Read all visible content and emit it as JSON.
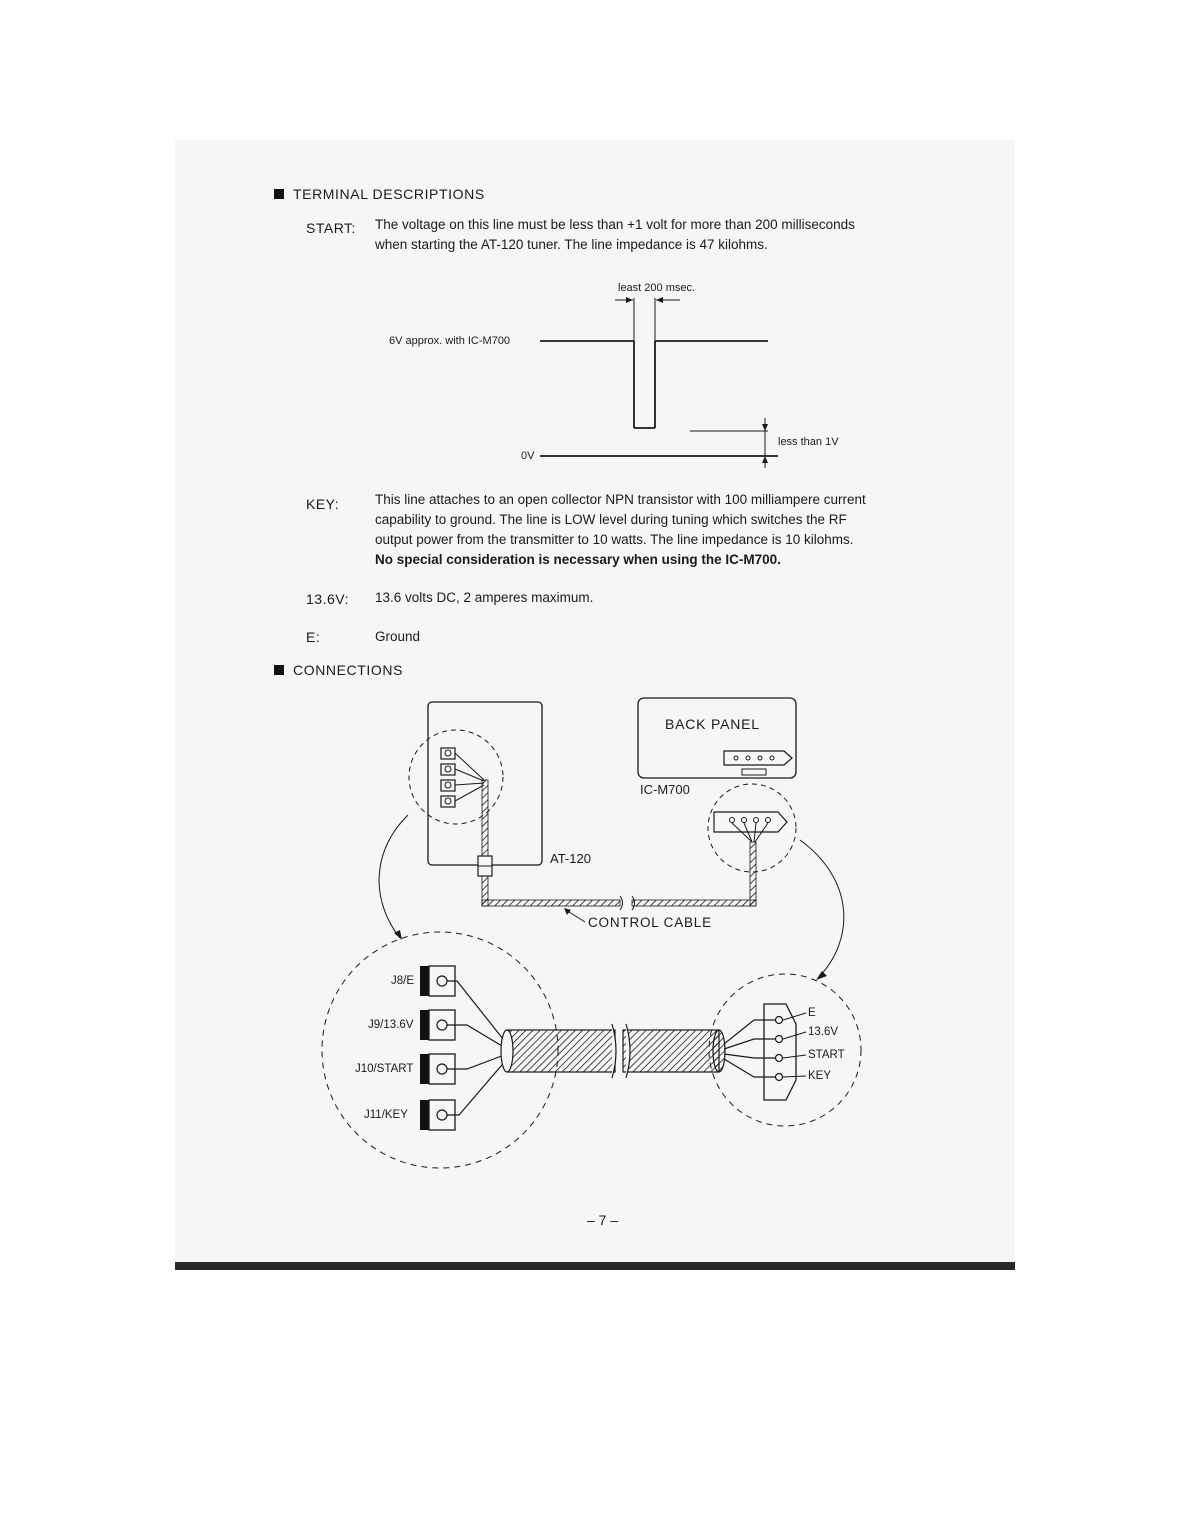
{
  "terminal_heading": "TERMINAL  DESCRIPTIONS",
  "start": {
    "term": "START:",
    "line1": "The voltage on this line must be less than +1 volt for more than 200 milliseconds",
    "line2": "when starting the AT-120 tuner.  The line impedance is 47 kilohms."
  },
  "timing": {
    "pulse_label": "least 200 msec.",
    "high_label": "6V approx. with IC-M700",
    "zero_label": "0V",
    "low_label": "less than 1V"
  },
  "key": {
    "term": "KEY:",
    "line1": "This line attaches to an open collector NPN transistor with 100 milliampere current",
    "line2": "capability to ground.  The line is LOW level during tuning which switches the RF",
    "line3": "output power from the transmitter to 10 watts.  The line impedance is 10 kilohms.",
    "line4": "No special consideration is necessary when using the IC-M700."
  },
  "v136": {
    "term": "13.6V:",
    "text": "13.6 volts DC, 2 amperes maximum."
  },
  "e": {
    "term": "E:",
    "text": "Ground"
  },
  "connections_heading": "CONNECTIONS",
  "wiring": {
    "back_panel": "BACK  PANEL",
    "icm700": "IC-M700",
    "at120": "AT-120",
    "control_cable": "CONTROL  CABLE",
    "left_terminals": [
      "J8/E",
      "J9/13.6V",
      "J10/START",
      "J11/KEY"
    ],
    "right_pins": [
      "E",
      "13.6V",
      "START",
      "KEY"
    ]
  },
  "page_number": "– 7 –"
}
